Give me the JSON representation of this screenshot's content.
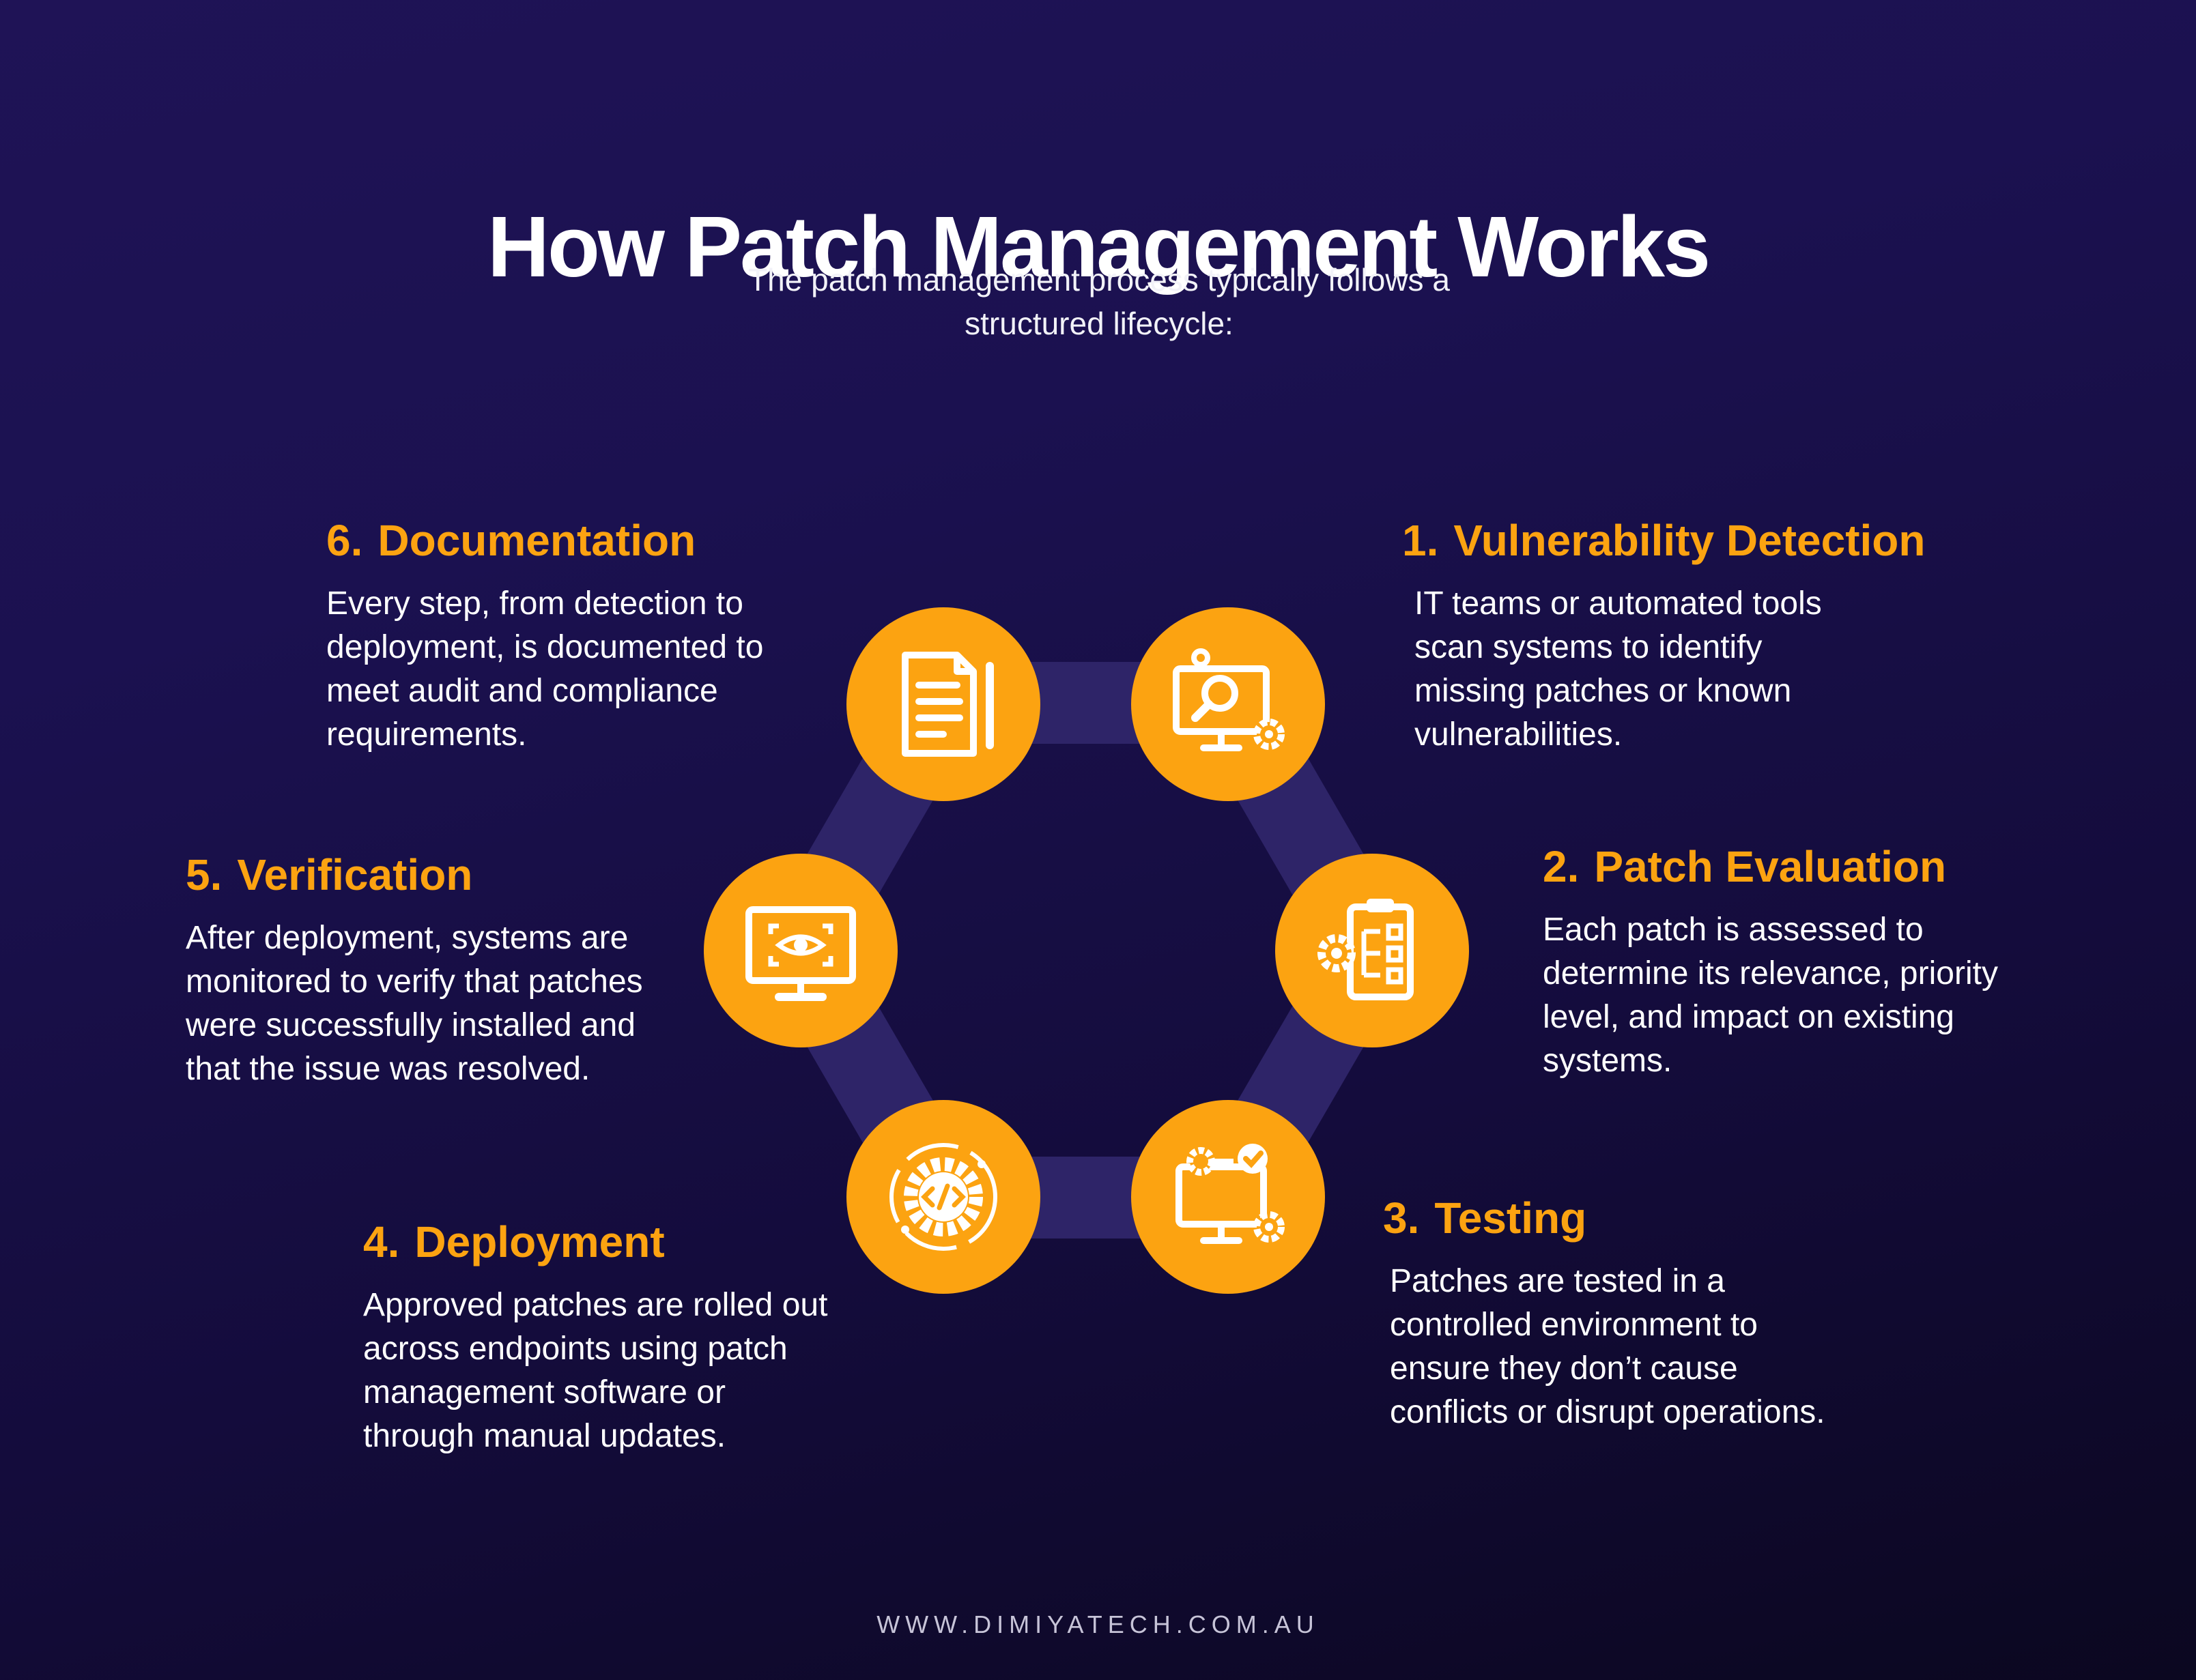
{
  "header": {
    "title": "How Patch Management Works",
    "subtitle": "The patch management process typically follows a structured lifecycle:"
  },
  "colors": {
    "accent": "#fca311",
    "background": "#1b1150",
    "ring": "#2e2468"
  },
  "steps": [
    {
      "number": "1.",
      "title": "Vulnerability Detection",
      "description": "IT teams or automated tools scan systems to identify missing patches or known vulnerabilities.",
      "icon": "monitor-magnifier-gear-icon"
    },
    {
      "number": "2.",
      "title": "Patch Evaluation",
      "description": "Each patch is assessed to determine its relevance, priority level, and impact on existing systems.",
      "icon": "clipboard-checklist-gear-icon"
    },
    {
      "number": "3.",
      "title": "Testing",
      "description": "Patches are tested in a controlled environment to ensure they don’t cause conflicts or disrupt operations.",
      "icon": "monitor-gears-check-icon"
    },
    {
      "number": "4.",
      "title": "Deployment",
      "description": "Approved patches are rolled out across endpoints using patch management software or through manual updates.",
      "icon": "code-gear-cycle-icon"
    },
    {
      "number": "5.",
      "title": "Verification",
      "description": "After deployment, systems are monitored to verify that patches were successfully installed and that the issue was resolved.",
      "icon": "monitor-eye-scan-icon"
    },
    {
      "number": "6.",
      "title": "Documentation",
      "description": "Every step, from detection to deployment, is documented to meet audit and compliance requirements.",
      "icon": "document-pen-icon"
    }
  ],
  "footer": {
    "url": "WWW.DIMIYATECH.COM.AU"
  }
}
